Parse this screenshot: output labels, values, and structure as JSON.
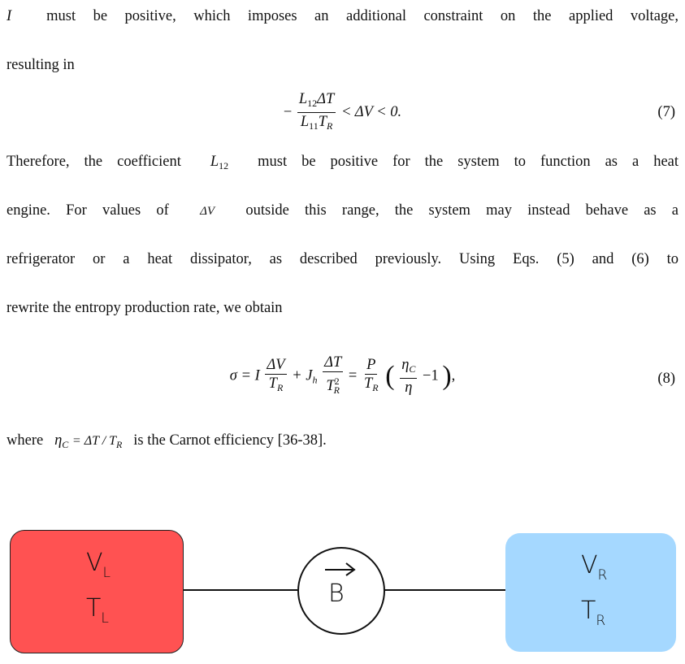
{
  "para1": {
    "line1_var": "I",
    "line1_text": "must be positive, which imposes an additional constraint on the applied voltage,",
    "line2": "resulting in"
  },
  "eq7": {
    "minus": "−",
    "num_L": "L",
    "num_L_sub": "12",
    "num_delta": "ΔT",
    "den_L": "L",
    "den_L_sub": "11",
    "den_T": "T",
    "den_T_sub": "R",
    "rest": "< ΔV < 0.",
    "number": "(7)"
  },
  "para2": {
    "l1_a": "Therefore, the coefficient",
    "l1_var": "L",
    "l1_sub": "12",
    "l1_b": "must be positive for the system to function as a heat",
    "l2_a": "engine. For values of",
    "l2_var": "ΔV",
    "l2_b": "outside this range, the system may instead behave as a",
    "l3": "refrigerator or a heat dissipator, as described previously. Using Eqs. (5) and (6) to",
    "l4": "rewrite the entropy production rate, we obtain"
  },
  "eq8": {
    "sigma": "σ = I",
    "f1_num": "ΔV",
    "f1_den": "T",
    "f1_den_sub": "R",
    "plus": "+ J",
    "plus_sub": "h",
    "f2_num": "ΔT",
    "f2_den": "T",
    "f2_den_sup": "2",
    "f2_den_sub": "R",
    "eq": "=",
    "f3_num": "P",
    "f3_den": "T",
    "f3_den_sub": "R",
    "f4_num": "η",
    "f4_num_sub": "C",
    "f4_den": "η",
    "minus_one": "−1",
    "tail": ",",
    "number": "(8)"
  },
  "para3": {
    "where": "where",
    "eta": "η",
    "eta_sub": "C",
    "def": "= ΔT / T",
    "def_sub": "R",
    "text": "is the Carnot efficiency [36-38]."
  },
  "diagram": {
    "left_V": "V",
    "left_V_sub": "L",
    "left_T": "T",
    "left_T_sub": "L",
    "center": "B",
    "right_V": "V",
    "right_V_sub": "R",
    "right_T": "T",
    "right_T_sub": "R",
    "colors": {
      "left_box": "#ff5252",
      "right_box": "#a5d8ff",
      "line": "#111111"
    }
  }
}
